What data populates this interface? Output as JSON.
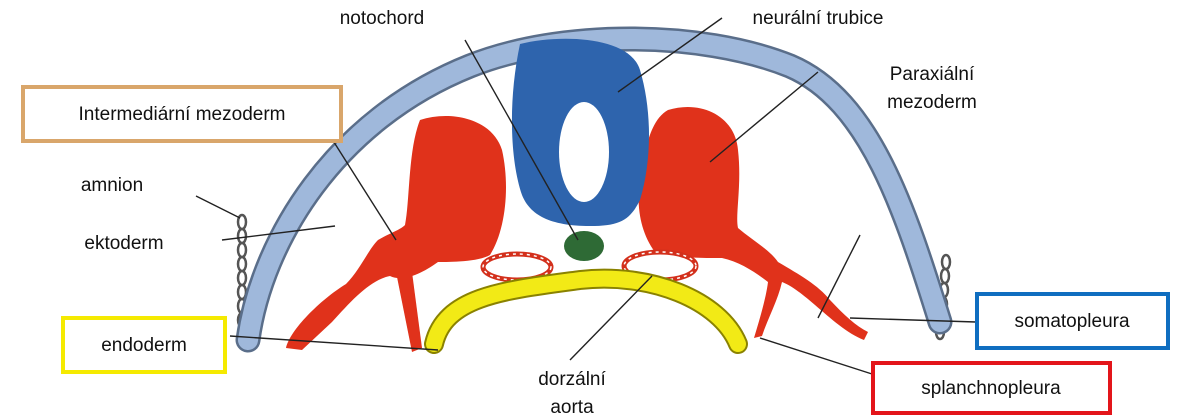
{
  "labels": {
    "notochord": "notochord",
    "neural_tube": "neurální trubice",
    "paraxial_line1": "Paraxiální",
    "paraxial_line2": "mezoderm",
    "intermediate": "Intermediární mezoderm",
    "amnion": "amnion",
    "ectoderm": "ektoderm",
    "endoderm": "endoderm",
    "aorta_line1": "dorzální",
    "aorta_line2": "aorta",
    "somatopleura": "somatopleura",
    "splanchnopleura": "splanchnopleura"
  },
  "colors": {
    "ectoderm": "#9fb8db",
    "neural_tube": "#2e64ad",
    "mesoderm": "#e0321b",
    "notochord": "#2e6a35",
    "endoderm": "#f2ea16",
    "box_intermediate": "#d9a66b",
    "box_endoderm": "#f5ea00",
    "box_somatopleura": "#0f6ec0",
    "box_splanchnopleura": "#e3151a"
  }
}
